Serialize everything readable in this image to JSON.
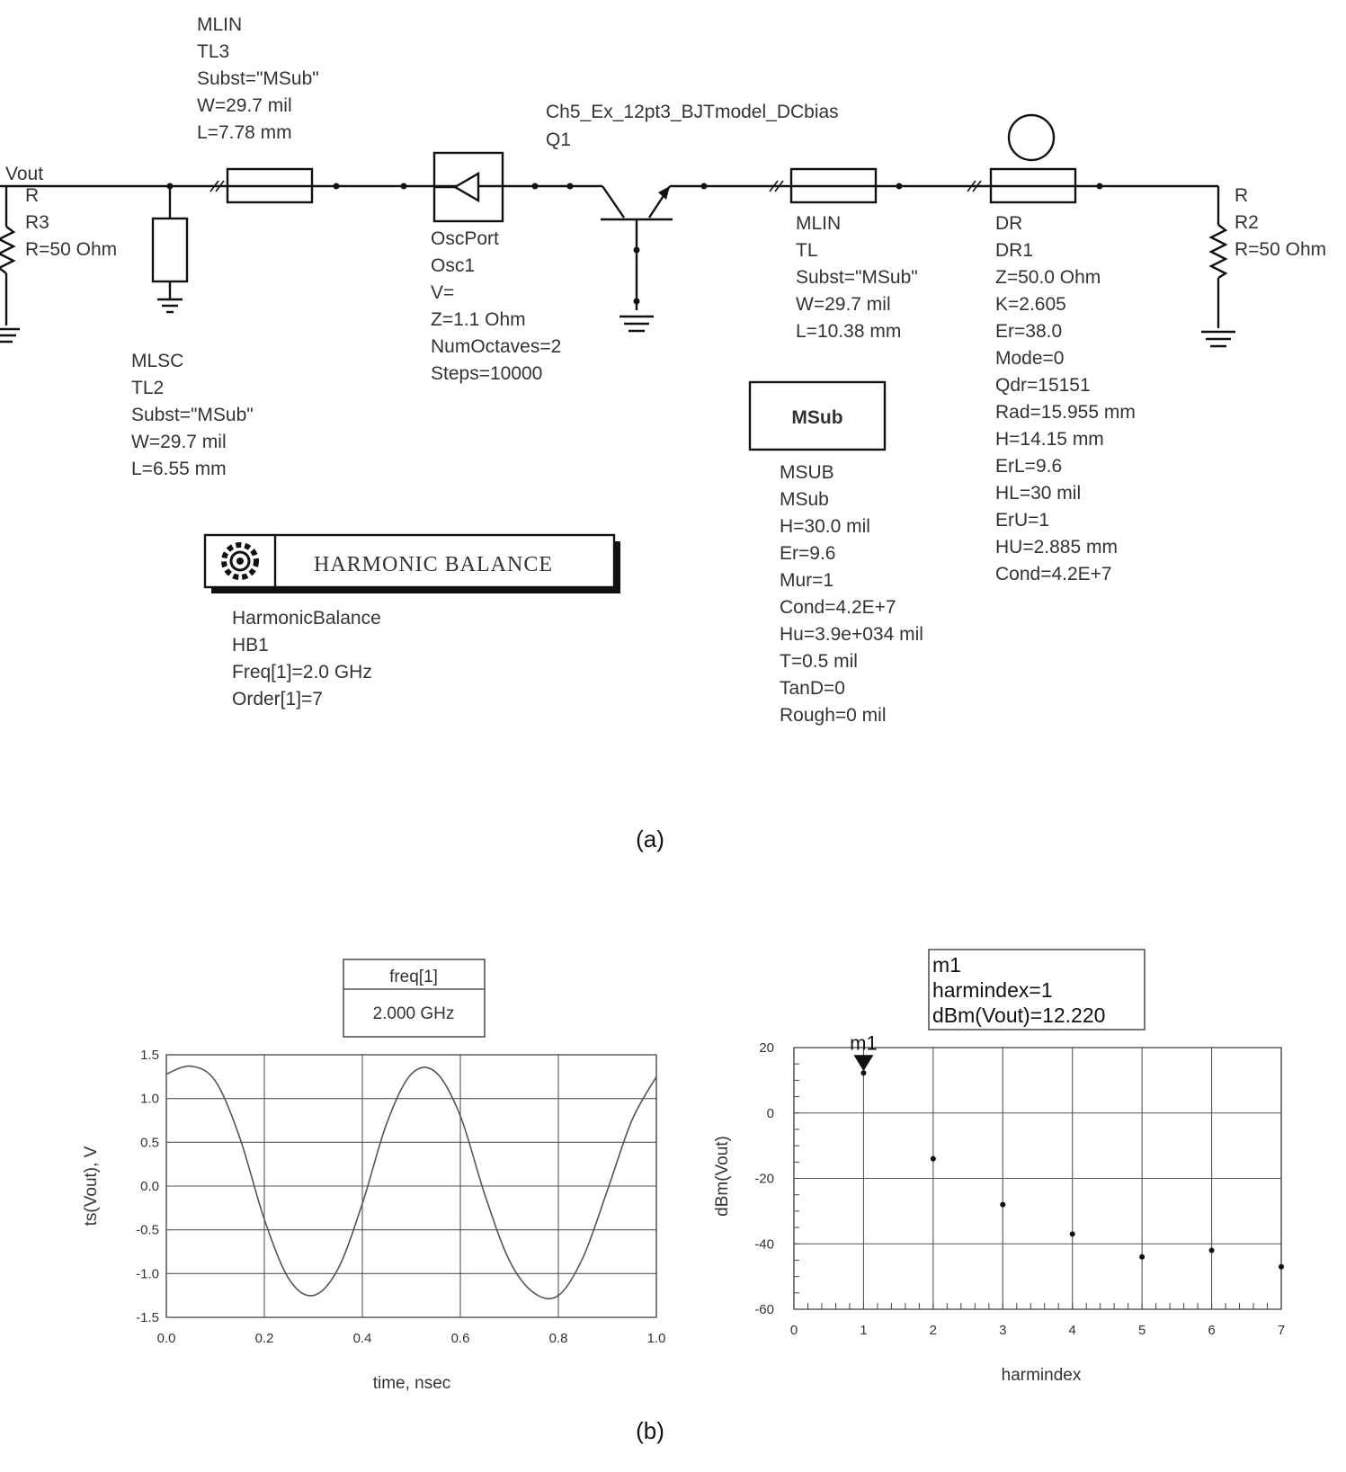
{
  "schematic": {
    "vout_label": "Vout",
    "r3": [
      "R",
      "R3",
      "R=50 Ohm"
    ],
    "r2": [
      "R",
      "R2",
      "R=50 Ohm"
    ],
    "tl3": [
      "MLIN",
      "TL3",
      "Subst=\"MSub\"",
      "W=29.7 mil",
      "L=7.78 mm"
    ],
    "tl2": [
      "MLSC",
      "TL2",
      "Subst=\"MSub\"",
      "W=29.7 mil",
      "L=6.55 mm"
    ],
    "osc": [
      "OscPort",
      "Osc1",
      "V=",
      "Z=1.1 Ohm",
      "NumOctaves=2",
      "Steps=10000"
    ],
    "q1": [
      "Ch5_Ex_12pt3_BJTmodel_DCbias",
      "Q1"
    ],
    "tl": [
      "MLIN",
      "TL",
      "Subst=\"MSub\"",
      "W=29.7 mil",
      "L=10.38 mm"
    ],
    "dr": [
      "DR",
      "DR1",
      "Z=50.0 Ohm",
      "K=2.605",
      "Er=38.0",
      "Mode=0",
      "Qdr=15151",
      "Rad=15.955 mm",
      "H=14.15 mm",
      "ErL=9.6",
      "HL=30 mil",
      "ErU=1",
      "HU=2.885 mm",
      "Cond=4.2E+7"
    ],
    "msub_box": "MSub",
    "msub": [
      "MSUB",
      "MSub",
      "H=30.0 mil",
      "Er=9.6",
      "Mur=1",
      "Cond=4.2E+7",
      "Hu=3.9e+034 mil",
      "T=0.5 mil",
      "TanD=0",
      "Rough=0 mil"
    ],
    "hb_box": "HARMONIC BALANCE",
    "hb": [
      "HarmonicBalance",
      "HB1",
      "Freq[1]=2.0 GHz",
      "Order[1]=7"
    ]
  },
  "caption_a": "(a)",
  "caption_b": "(b)",
  "chart_data": [
    {
      "type": "line",
      "xlabel": "time, nsec",
      "ylabel": "ts(Vout), V",
      "xlim": [
        0.0,
        1.0
      ],
      "ylim": [
        -1.5,
        1.5
      ],
      "x_ticks": [
        "0.0",
        "0.2",
        "0.4",
        "0.6",
        "0.8",
        "1.0"
      ],
      "y_ticks": [
        "1.5",
        "1.0",
        "0.5",
        "0.0",
        "-0.5",
        "-1.0",
        "-1.5"
      ],
      "grid": true,
      "series": [
        {
          "x": [
            0.0,
            0.05,
            0.1,
            0.15,
            0.2,
            0.25,
            0.3,
            0.35,
            0.4,
            0.45,
            0.5,
            0.55,
            0.6,
            0.65,
            0.7,
            0.75,
            0.8,
            0.85,
            0.9,
            0.95,
            1.0
          ],
          "values": [
            1.28,
            1.37,
            1.2,
            0.55,
            -0.38,
            -1.06,
            -1.25,
            -0.95,
            -0.2,
            0.72,
            1.28,
            1.3,
            0.8,
            -0.1,
            -0.85,
            -1.22,
            -1.25,
            -0.82,
            -0.05,
            0.75,
            1.25
          ]
        }
      ],
      "annotation": {
        "header": "freq[1]",
        "value": "2.000 GHz"
      }
    },
    {
      "type": "scatter",
      "xlabel": "harmindex",
      "ylabel": "dBm(Vout)",
      "xlim": [
        0,
        7
      ],
      "ylim": [
        -60,
        20
      ],
      "x_ticks": [
        "0",
        "1",
        "2",
        "3",
        "4",
        "5",
        "6",
        "7"
      ],
      "y_ticks": [
        "20",
        "0",
        "-20",
        "-40",
        "-60"
      ],
      "grid": true,
      "series": [
        {
          "x": [
            1,
            2,
            3,
            4,
            5,
            6,
            7
          ],
          "values": [
            12.22,
            -14,
            -28,
            -37,
            -44,
            -42,
            -47
          ]
        }
      ],
      "marker": {
        "name": "m1",
        "lines": [
          "m1",
          "harmindex=1",
          "dBm(Vout)=12.220"
        ]
      }
    }
  ]
}
